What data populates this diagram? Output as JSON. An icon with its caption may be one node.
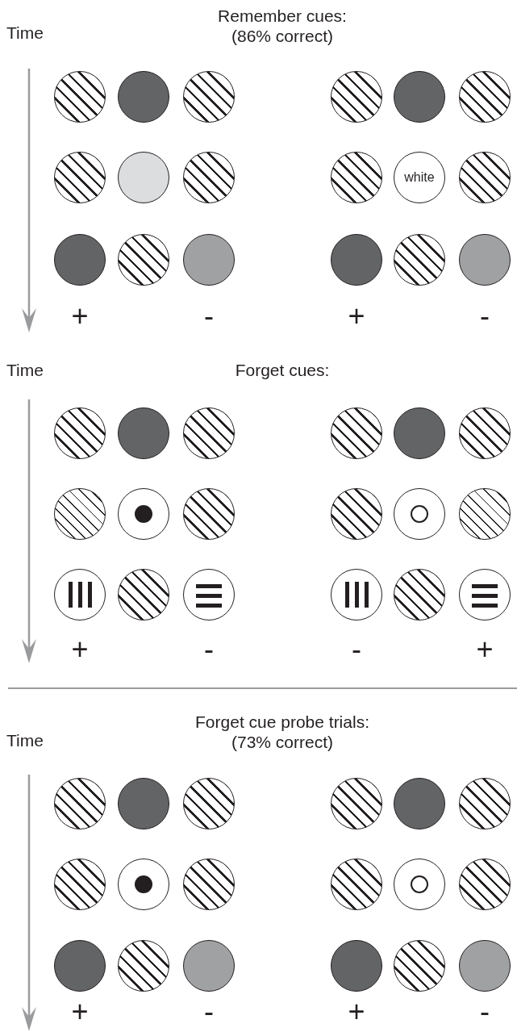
{
  "diagram": {
    "nodes": [
      {
        "text": [],
        "shape": "circle"
      },
      {
        "text": [],
        "shape": "circle"
      },
      {
        "text": [],
        "shape": "circle"
      },
      {
        "text": [],
        "shape": "circle"
      },
      {
        "text": [],
        "shape": "circle"
      },
      {
        "text": [],
        "shape": "circle"
      },
      {
        "text": [],
        "shape": "circle"
      },
      {
        "text": [],
        "shape": "circle"
      },
      {
        "text": [],
        "shape": "circle"
      },
      {
        "text": [],
        "shape": "circle"
      },
      {
        "text": [
          "white"
        ]
      },
      {
        "text": [],
        "shape": "circle"
      },
      {
        "text": [],
        "shape": "circle"
      },
      {
        "text": [],
        "shape": "circle"
      },
      {
        "text": [],
        "shape": "circle"
      },
      {
        "text": [],
        "shape": "circle"
      },
      {
        "text": [],
        "shape": "circle"
      },
      {
        "text": [],
        "shape": "circle"
      },
      {
        "text": [],
        "shape": "circle"
      },
      {
        "text": [],
        "shape": "circle"
      },
      {
        "text": [],
        "shape": "circle"
      },
      {
        "text": [],
        "shape": "circle"
      },
      {
        "text": [],
        "shape": "circle"
      },
      {
        "text": [],
        "shape": "circle"
      },
      {
        "text": [],
        "shape": "circle"
      },
      {
        "text": [],
        "shape": "circle"
      },
      {
        "text": [],
        "shape": "circle"
      },
      {
        "text": [],
        "shape": "circle"
      },
      {
        "text": [],
        "shape": "circle"
      },
      {
        "text": [],
        "shape": "circle"
      },
      {
        "text": [],
        "shape": "circle"
      },
      {
        "text": [],
        "shape": "circle"
      },
      {
        "text": [],
        "shape": "circle"
      },
      {
        "text": [],
        "shape": "circle"
      },
      {
        "text": [],
        "shape": "circle"
      },
      {
        "text": [],
        "shape": "circle"
      },
      {
        "text": [],
        "shape": "circle"
      },
      {
        "text": [],
        "shape": "circle"
      },
      {
        "text": [],
        "shape": "circle"
      },
      {
        "text": [],
        "shape": "circle"
      },
      {
        "text": [],
        "shape": "circle"
      },
      {
        "text": [],
        "shape": "circle"
      },
      {
        "text": [],
        "shape": "circle"
      },
      {
        "text": [],
        "shape": "circle"
      },
      {
        "text": [],
        "shape": "circle"
      },
      {
        "text": [],
        "shape": "circle"
      },
      {
        "text": [],
        "shape": "circle"
      },
      {
        "text": [],
        "shape": "circle"
      },
      {
        "text": [],
        "shape": "circle"
      },
      {
        "text": [],
        "shape": "circle"
      },
      {
        "text": [],
        "shape": "circle"
      },
      {
        "text": [],
        "shape": "circle"
      },
      {
        "text": [],
        "shape": "circle"
      },
      {
        "text": [],
        "shape": "circle"
      }
    ],
    "labels": [
      "Time",
      "Remember cues: (86% correct)",
      "+",
      "-",
      "+",
      "-",
      "Time",
      "Forget cues:",
      "+",
      "-",
      "-",
      "+",
      "Forget cue probe trials: (73% correct)",
      "Time",
      "+",
      "-",
      "+",
      "-"
    ]
  }
}
